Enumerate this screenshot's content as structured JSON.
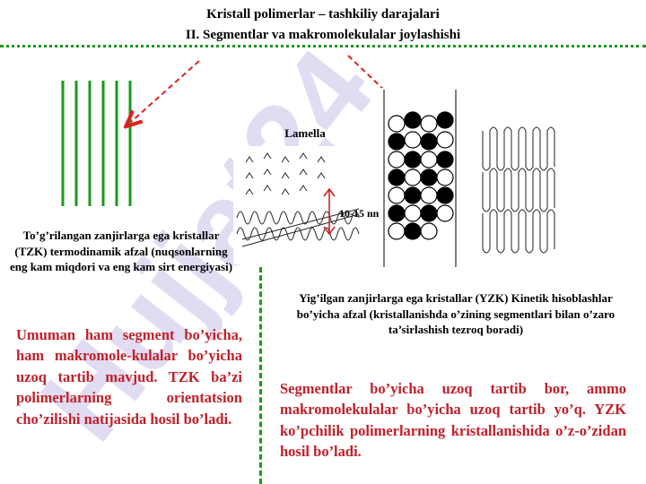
{
  "header": {
    "title_line1": "Kristall polimerlar – tashkiliy darajalari",
    "title_line2": "II. Segmentlar va makromolekulalar joylashishi"
  },
  "diagram": {
    "lamella_label": "Lamella",
    "thickness_label": "10-15 nm"
  },
  "left": {
    "caption": "To’g’rilangan zanjirlarga ega kristallar (TZK) termodinamik afzal (nuqsonlarning eng kam miqdori va eng kam sirt energiyasi)",
    "body": "Umuman ham segment bo’yicha, ham makromole-kulalar bo’yicha uzoq tartib mavjud. TZK ba’zi polimerlarning orientatsion cho’zilishi natijasida hosil bo’ladi."
  },
  "right": {
    "caption": "Yig’ilgan zanjirlarga ega kristallar (YZK) Kinetik hisoblashlar bo’yicha afzal (kristallanishda o’zining segmentlari bilan o’zaro ta’sirlashish tezroq boradi)",
    "body": "Segmentlar bo’yicha uzoq tartib bor, ammo makromolekulalar bo’yicha uzoq tartib yo’q. YZK ko’pchilik polimerlarning kristallanishida o’z-o’zidan hosil bo’ladi."
  },
  "watermark": {
    "text": "Hujjat24"
  },
  "colors": {
    "green": "#1a9a1a",
    "red": "#c0202a",
    "arrow_red": "#e02020",
    "watermark": "#c8c0e8"
  }
}
